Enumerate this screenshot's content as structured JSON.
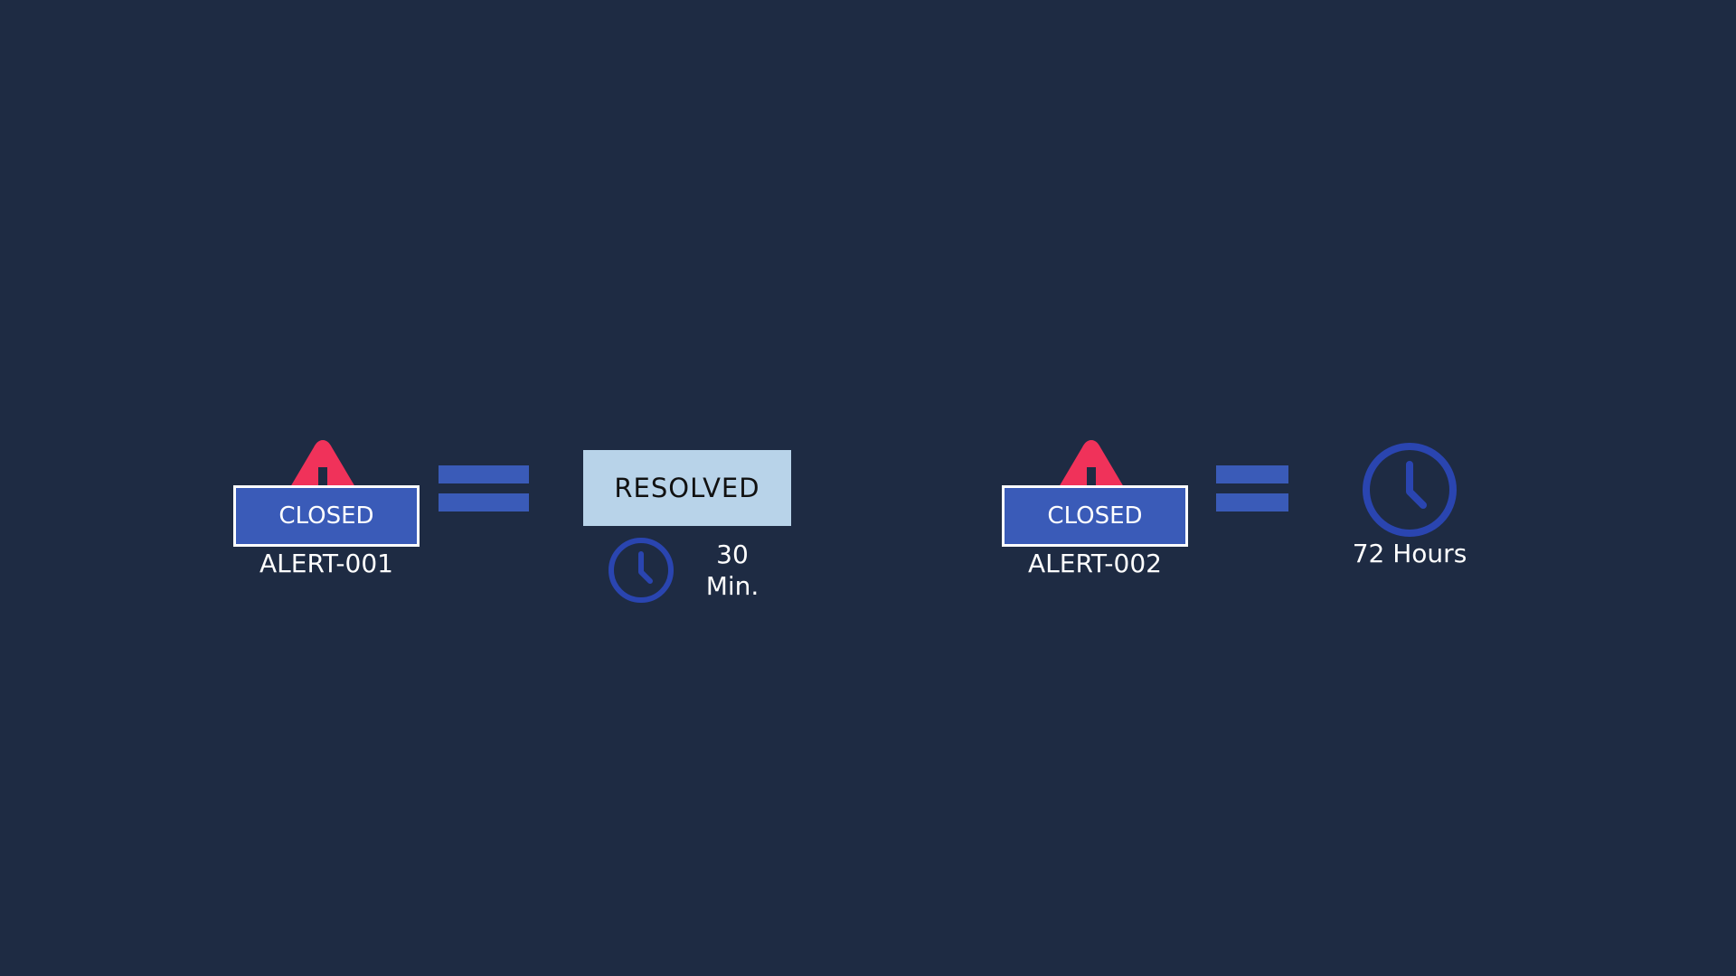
{
  "colors": {
    "background": "#1e2b43",
    "warning": "#f0325a",
    "badge_blue": "#3a5bb8",
    "resolved_bg": "#b8d3e9",
    "clock_blue": "#2a45b0",
    "text": "#ffffff"
  },
  "left_group": {
    "alert": {
      "icon": "warning-triangle-icon",
      "status": "CLOSED",
      "id": "ALERT-001"
    },
    "operator": "equals-icon",
    "result": {
      "status": "RESOLVED",
      "icon": "clock-icon",
      "duration_value": "30",
      "duration_unit": "Min."
    }
  },
  "right_group": {
    "alert": {
      "icon": "warning-triangle-icon",
      "status": "CLOSED",
      "id": "ALERT-002"
    },
    "operator": "equals-icon",
    "result": {
      "icon": "clock-icon",
      "duration": "72 Hours"
    }
  }
}
